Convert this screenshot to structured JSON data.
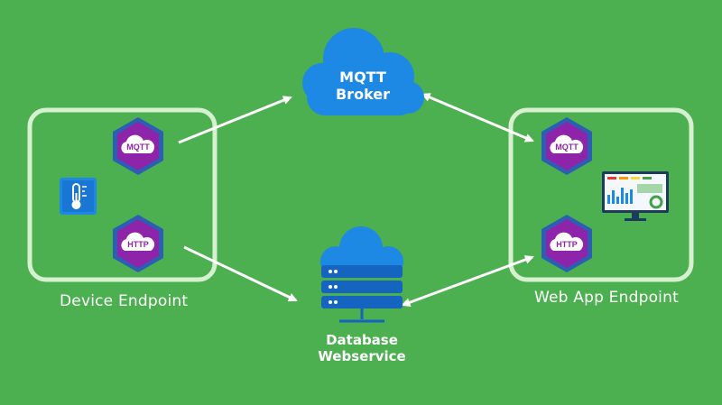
{
  "broker": {
    "line1": "MQTT",
    "line2": "Broker"
  },
  "database": {
    "line1": "Database",
    "line2": "Webservice"
  },
  "device_endpoint": {
    "label": "Device Endpoint",
    "mqtt_badge": "MQTT",
    "http_badge": "HTTP",
    "sensor_icon": "thermometer-icon"
  },
  "webapp_endpoint": {
    "label": "Web App Endpoint",
    "mqtt_badge": "MQTT",
    "http_badge": "HTTP",
    "dashboard_icon": "dashboard-monitor-icon"
  },
  "colors": {
    "background": "#4caf50",
    "box_border": "#d7f0d0",
    "cloud": "#1e88e5",
    "hexagon": "#2a5fb3",
    "badge": "#8e24aa",
    "server": "#1565c0",
    "arrow": "#ffffff"
  }
}
